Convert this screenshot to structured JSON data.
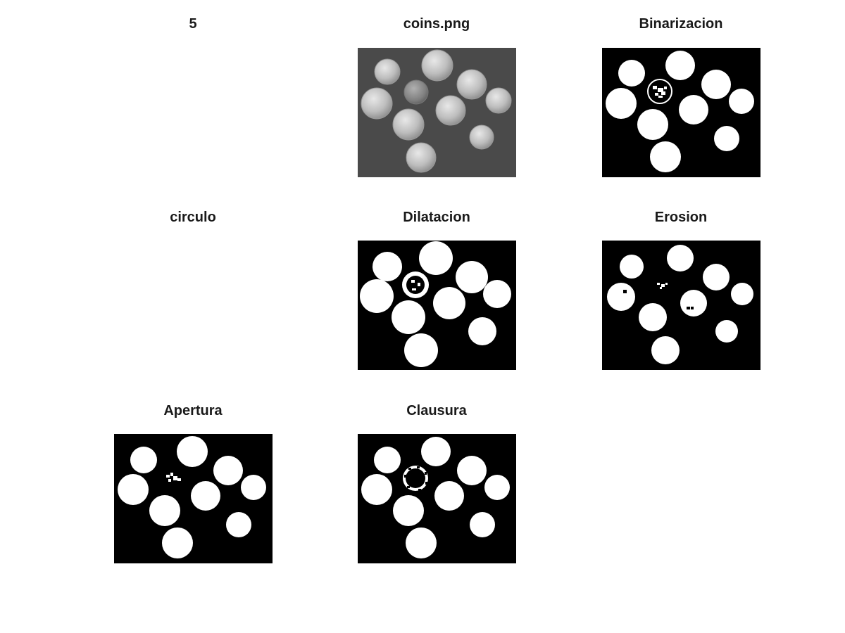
{
  "figure": {
    "subplots": [
      {
        "id": "p1",
        "title": "5",
        "kind": "empty"
      },
      {
        "id": "p2",
        "title": "coins.png",
        "kind": "grayscale"
      },
      {
        "id": "p3",
        "title": "Binarizacion",
        "kind": "binary"
      },
      {
        "id": "p4",
        "title": "circulo",
        "kind": "empty"
      },
      {
        "id": "p5",
        "title": "Dilatacion",
        "kind": "binary"
      },
      {
        "id": "p6",
        "title": "Erosion",
        "kind": "binary"
      },
      {
        "id": "p7",
        "title": "Apertura",
        "kind": "binary"
      },
      {
        "id": "p8",
        "title": "Clausura",
        "kind": "binary"
      }
    ]
  },
  "colors": {
    "background": "#ffffff",
    "image_bg_binary": "#000000",
    "image_bg_gray": "#4a4a4a",
    "coin": "#ffffff",
    "coin_gray": "#c8c8c8",
    "title_text": "#1a1a1a"
  }
}
